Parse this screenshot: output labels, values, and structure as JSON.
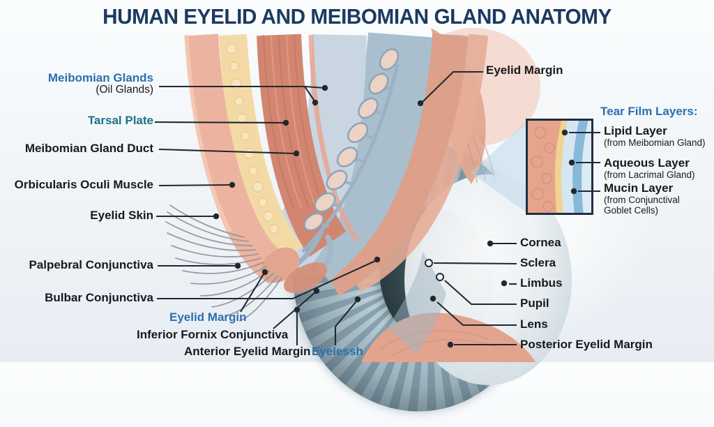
{
  "title": "HUMAN EYELID AND MEIBOMIAN GLAND ANATOMY",
  "diagram": {
    "left_labels": [
      {
        "text": "Meibomian Glands",
        "sub": "(Oil Glands)"
      },
      {
        "text": "Tarsal Plate"
      },
      {
        "text": "Meibomian Gland Duct"
      },
      {
        "text": "Orbicularis Oculi Muscle"
      },
      {
        "text": "Eyelid Skin"
      },
      {
        "text": "Palpebral Conjunctiva"
      },
      {
        "text": "Bulbar Conjunctiva"
      },
      {
        "text": "Eyelid Margin"
      },
      {
        "text": "Inferior Fornix Conjunctiva"
      },
      {
        "text": "Anterior Eyelid Margin"
      },
      {
        "text": "Eyelessh"
      }
    ],
    "right_labels": [
      {
        "text": "Eyelid Margin"
      },
      {
        "text": "Cornea"
      },
      {
        "text": "Sclera"
      },
      {
        "text": "Limbus"
      },
      {
        "text": "Pupil"
      },
      {
        "text": "Lens"
      },
      {
        "text": "Posterior Eyelid Margin"
      }
    ],
    "tear_film": {
      "heading": "Tear Film Layers:",
      "layers": [
        {
          "name": "Lipid Layer",
          "source": "(from Meibomian Gland)"
        },
        {
          "name": "Aqueous Layer",
          "source": "(from Lacrimal Gland)"
        },
        {
          "name": "Mucin Layer",
          "source": "(from Conjunctival Goblet Cells)"
        }
      ]
    }
  },
  "colors": {
    "title": "#1c3a60",
    "label_dark": "#17191c",
    "label_blue": "#2a6fb0",
    "label_teal": "#1f7089",
    "leader_line": "#23282f",
    "skin": "#ecb4a0",
    "fat": "#f3daa5",
    "muscle": "#d28570",
    "tarsal_plate": "#c9d6e2",
    "gland_pocket": "#a9bfce",
    "iris": "#8fa8b6",
    "pupil": "#1d2b31"
  }
}
